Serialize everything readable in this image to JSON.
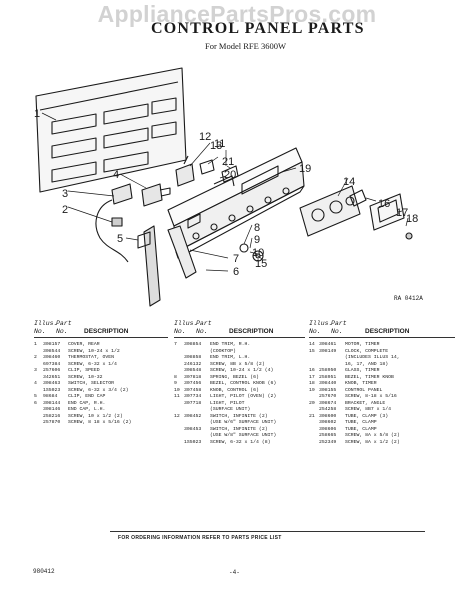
{
  "watermark": "AppliancePartsPros.com",
  "title": "CONTROL PANEL PARTS",
  "subtitle": "For Model RFE 3600W",
  "callouts": [
    "1",
    "2",
    "3",
    "4",
    "5",
    "6",
    "7",
    "8",
    "9",
    "10",
    "11",
    "12",
    "13",
    "14",
    "15",
    "16",
    "17",
    "18",
    "19",
    "20",
    "21"
  ],
  "figure_code": "RA 0412A",
  "table_header": {
    "illus": "Illus.",
    "no": "No.",
    "part": "Part",
    "desc": "DESCRIPTION"
  },
  "col1": [
    {
      "no": "1",
      "part": "308157",
      "desc": "COVER, REAR"
    },
    {
      "no": "",
      "part": "308544",
      "desc": "SCREW, 10-24 x 1/2"
    },
    {
      "no": "2",
      "part": "308460",
      "desc": "THERMOSTAT, OVEN"
    },
    {
      "no": "",
      "part": "697384",
      "desc": "SCREW, 6-32 x 1/4"
    },
    {
      "no": "3",
      "part": "257606",
      "desc": "CLIP, SPEED"
    },
    {
      "no": "",
      "part": "342651",
      "desc": "SCREW, 10-32"
    },
    {
      "no": "4",
      "part": "308463",
      "desc": "SWITCH, SELECTOR"
    },
    {
      "no": "",
      "part": "1S5023",
      "desc": "SCREW, 6-32 x 3/4 (2)"
    },
    {
      "no": "5",
      "part": "98684",
      "desc": "CLIP, END CAP"
    },
    {
      "no": "6",
      "part": "308144",
      "desc": "END CAP, R.H."
    },
    {
      "no": "",
      "part": "308146",
      "desc": "END CAP, L.H."
    },
    {
      "no": "",
      "part": "258216",
      "desc": "SCREW, 10 x 1/2 (2)"
    },
    {
      "no": "",
      "part": "257870",
      "desc": "SCREW, 8 18 x 5/16 (2)"
    }
  ],
  "col2": [
    {
      "no": "7",
      "part": "308854",
      "desc": "END TRIM, R.H."
    },
    {
      "no": "",
      "part": "",
      "desc": "(COOKTOP)"
    },
    {
      "no": "",
      "part": "308858",
      "desc": "END TRIM, L.H."
    },
    {
      "no": "",
      "part": "246132",
      "desc": "SCREW, 8B x 5/8 (2)"
    },
    {
      "no": "",
      "part": "308548",
      "desc": "SCREW, 10-24 x 1/2 (4)"
    },
    {
      "no": "8",
      "part": "307818",
      "desc": "SPRING, BEZEL (6)"
    },
    {
      "no": "9",
      "part": "307456",
      "desc": "BEZEL, CONTROL KNOB (6)"
    },
    {
      "no": "10",
      "part": "307458",
      "desc": "KNOB, CONTROL (6)"
    },
    {
      "no": "11",
      "part": "307734",
      "desc": "LIGHT, PILOT (OVEN) (2)"
    },
    {
      "no": "",
      "part": "307718",
      "desc": "LIGHT, PILOT"
    },
    {
      "no": "",
      "part": "",
      "desc": "(SURFACE UNIT)"
    },
    {
      "no": "12",
      "part": "308452",
      "desc": "SWITCH, INFINITE (2)"
    },
    {
      "no": "",
      "part": "",
      "desc": "(USE W/6\" SURFACE UNIT)"
    },
    {
      "no": "",
      "part": "308453",
      "desc": "SWITCH, INFINITE (2)"
    },
    {
      "no": "",
      "part": "",
      "desc": "(USE W/8\" SURFACE UNIT)"
    },
    {
      "no": "",
      "part": "1S5023",
      "desc": "SCREW, 6-32 x 1/4 (8)"
    }
  ],
  "col3": [
    {
      "no": "14",
      "part": "308461",
      "desc": "MOTOR, TIMER"
    },
    {
      "no": "15",
      "part": "308149",
      "desc": "CLOCK, COMPLETE"
    },
    {
      "no": "",
      "part": "",
      "desc": "(INCLUDES ILLUS 14,"
    },
    {
      "no": "",
      "part": "",
      "desc": "16, 17, AND 18)"
    },
    {
      "no": "16",
      "part": "258950",
      "desc": "GLASS, TIMER"
    },
    {
      "no": "17",
      "part": "258951",
      "desc": "BEZEL, TIMER KNOB"
    },
    {
      "no": "18",
      "part": "308440",
      "desc": "KNOB, TIMER"
    },
    {
      "no": "19",
      "part": "308155",
      "desc": "CONTROL PANEL"
    },
    {
      "no": "",
      "part": "257670",
      "desc": "SCREW, 8-18 x 5/16"
    },
    {
      "no": "20",
      "part": "308674",
      "desc": "BRACKET, ANGLE"
    },
    {
      "no": "",
      "part": "254258",
      "desc": "SCREW, 8B7 x 1/4"
    },
    {
      "no": "21",
      "part": "308600",
      "desc": "TUBE, CLAMP (3)"
    },
    {
      "no": "",
      "part": "308602",
      "desc": "TUBE, CLAMP"
    },
    {
      "no": "",
      "part": "308606",
      "desc": "TUBE, CLAMP"
    },
    {
      "no": "",
      "part": "258665",
      "desc": "SCREW, 8A x 5/8 (2)"
    },
    {
      "no": "",
      "part": "252349",
      "desc": "SCREW, 8A x 1/2 (2)"
    }
  ],
  "footer_note": "FOR ORDERING INFORMATION REFER TO PARTS PRICE LIST",
  "doc_code": "980412",
  "page_number": "-4-"
}
